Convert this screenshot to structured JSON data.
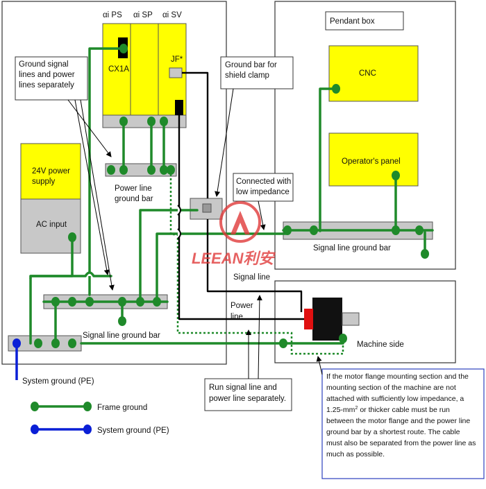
{
  "modules": {
    "ps_label": "αi PS",
    "sp_label": "αi SP",
    "sv_label": "αi SV",
    "cx1a": "CX1A",
    "jf": "JF*"
  },
  "pendant": {
    "title": "Pendant box",
    "cnc": "CNC",
    "operator_panel": "Operator's panel"
  },
  "power_supply": {
    "label_line1": "24V power",
    "label_line2": "supply",
    "ac_input": "AC input"
  },
  "callouts": {
    "ground_signal": [
      "Ground signal",
      "lines and power",
      "lines separately"
    ],
    "ground_bar_shield": [
      "Ground bar for",
      "shield clamp"
    ],
    "connected_low_impedance": [
      "Connected with",
      "low impedance"
    ],
    "run_separately": [
      "Run signal line and",
      "power line separately."
    ],
    "motor_note": [
      "If the motor flange mounting section and the",
      "mounting section of the machine are not",
      "attached with sufficiently low impedance, a",
      "1.25-mm",
      "or thicker cable must be run",
      "between the motor flange and the power line",
      "ground bar by a shortest route. The cable",
      "must also be separated from the power line as",
      "much as possible."
    ]
  },
  "labels": {
    "power_line_ground_bar": [
      "Power line",
      "ground bar"
    ],
    "signal_line_ground_bar_left": "Signal line ground bar",
    "signal_line_ground_bar_right": "Signal line ground bar",
    "signal_line": "Signal line",
    "power_line": [
      "Power",
      "line"
    ],
    "machine_side": "Machine side",
    "system_ground": "System ground (PE)"
  },
  "legend": {
    "frame_ground": "Frame ground",
    "system_ground": "System ground (PE)"
  },
  "watermark": "LEEAN利安",
  "colors": {
    "module_yellow": "#ffff00",
    "frame_ground_green": "#1f8a2a",
    "system_ground_blue": "#0a1fd6",
    "bar_gray": "#c8c8c8",
    "watermark_red": "#e03a3a",
    "note_border": "#2b3fbf"
  }
}
